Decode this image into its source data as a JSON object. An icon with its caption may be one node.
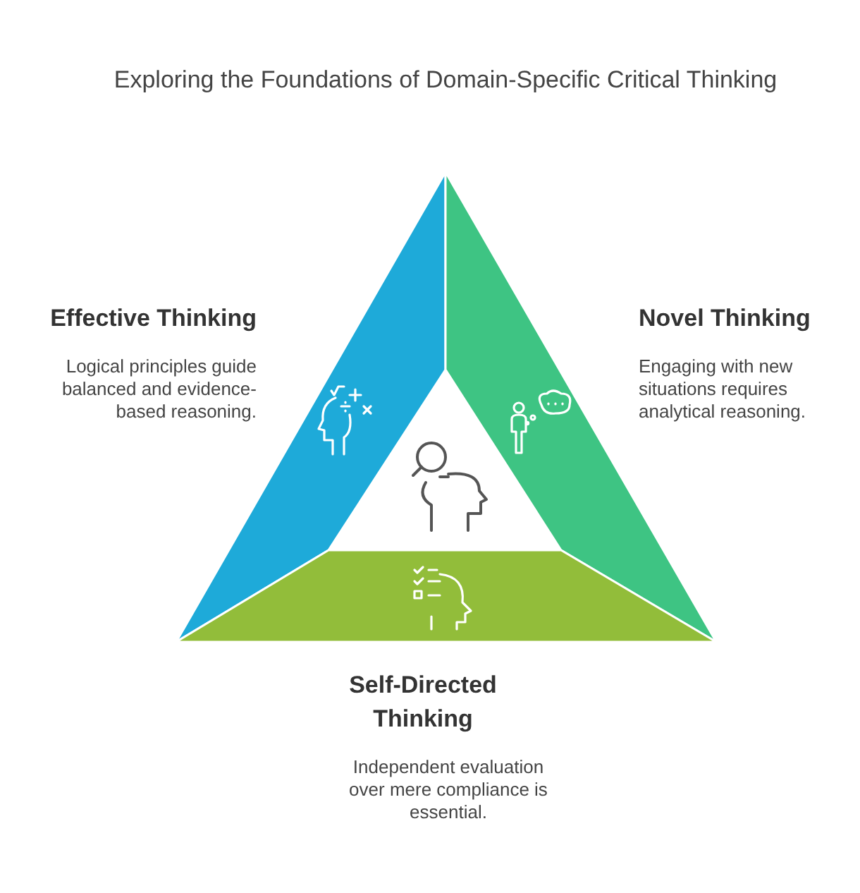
{
  "diagram": {
    "title": "Exploring the Foundations of Domain-Specific Critical Thinking",
    "nodes": [
      {
        "text": [],
        "shape": "band",
        "beside": [
          "Effective Thinking",
          "Logical principles guide balanced and evidence-based reasoning."
        ]
      },
      {
        "text": [],
        "shape": "band",
        "beside": [
          "Novel Thinking",
          "Engaging with new situations requires analytical reasoning."
        ]
      },
      {
        "text": [],
        "shape": "band",
        "beside": [
          "Self-Directed Thinking",
          "Independent evaluation over mere compliance is essential."
        ]
      }
    ]
  }
}
